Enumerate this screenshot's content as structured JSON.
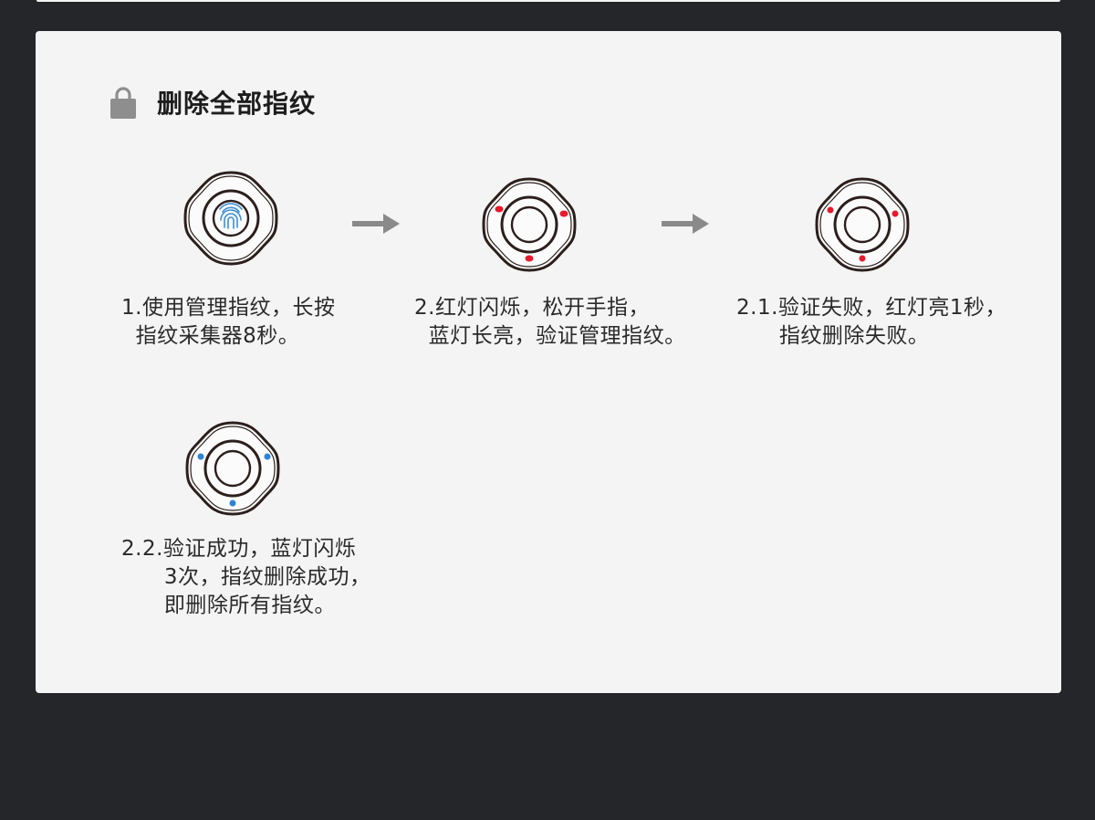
{
  "section": {
    "title": "删除全部指纹",
    "icon": "lock-icon"
  },
  "steps": [
    {
      "text": "1.使用管理指纹，长按\n  指纹采集器8秒。",
      "device_state": "fingerprint-touch",
      "led_color": ""
    },
    {
      "text": "2.红灯闪烁，松开手指，\n  蓝灯长亮，验证管理指纹。",
      "device_state": "leds-on",
      "led_color": "#e8192c"
    },
    {
      "text": "2.1.验证失败，红灯亮1秒，\n      指纹删除失败。",
      "device_state": "leds-on",
      "led_color": "#e8192c"
    },
    {
      "text": "2.2.验证成功，蓝灯闪烁\n      3次，指纹删除成功，\n      即删除所有指纹。",
      "device_state": "leds-on",
      "led_color": "#2d83d6"
    }
  ],
  "colors": {
    "background": "#25262a",
    "card": "#f4f4f4",
    "arrow": "#8a8a8a",
    "device_outline": "#2b1f1c",
    "fingerprint": "#3b8fd8"
  }
}
